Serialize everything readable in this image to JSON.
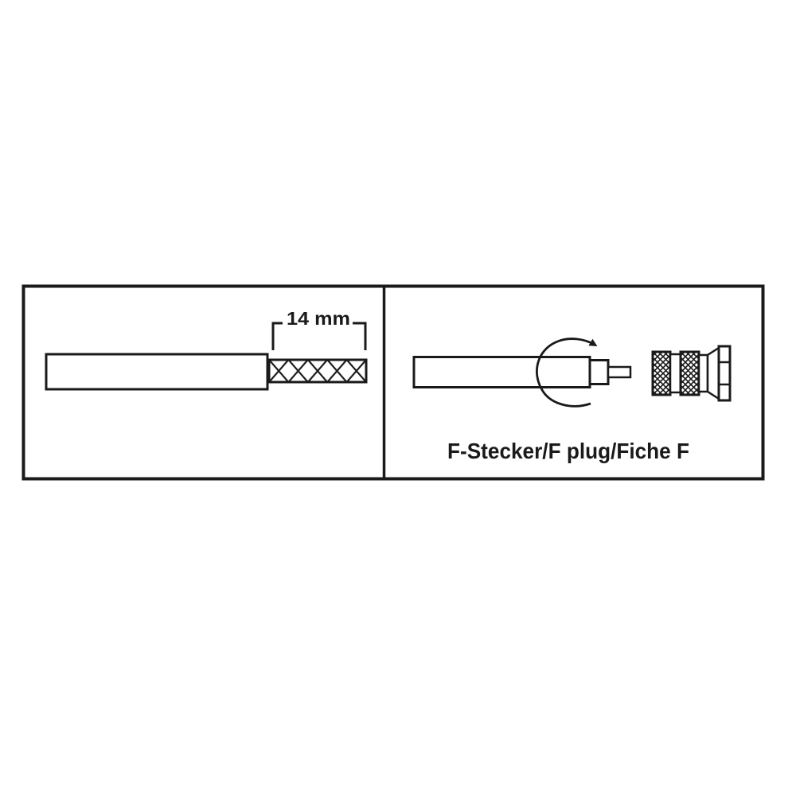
{
  "figure": {
    "type": "installation-instruction",
    "subject": "coaxial cable F-connector assembly",
    "colors": {
      "background": "#ffffff",
      "stroke": "#1a1a1a"
    }
  },
  "panels": [
    {
      "id": "strip-cable",
      "step": 1,
      "description": "Strip coaxial cable jacket, exposing braided shield",
      "dimension": {
        "label": "14 mm",
        "value": 14,
        "unit": "mm"
      }
    },
    {
      "id": "attach-plug",
      "step": 2,
      "description": "Twist F-connector onto prepared cable end",
      "rotation_indicator": "clockwise-arrow",
      "caption": "F-Stecker/F plug/Fiche F"
    }
  ]
}
